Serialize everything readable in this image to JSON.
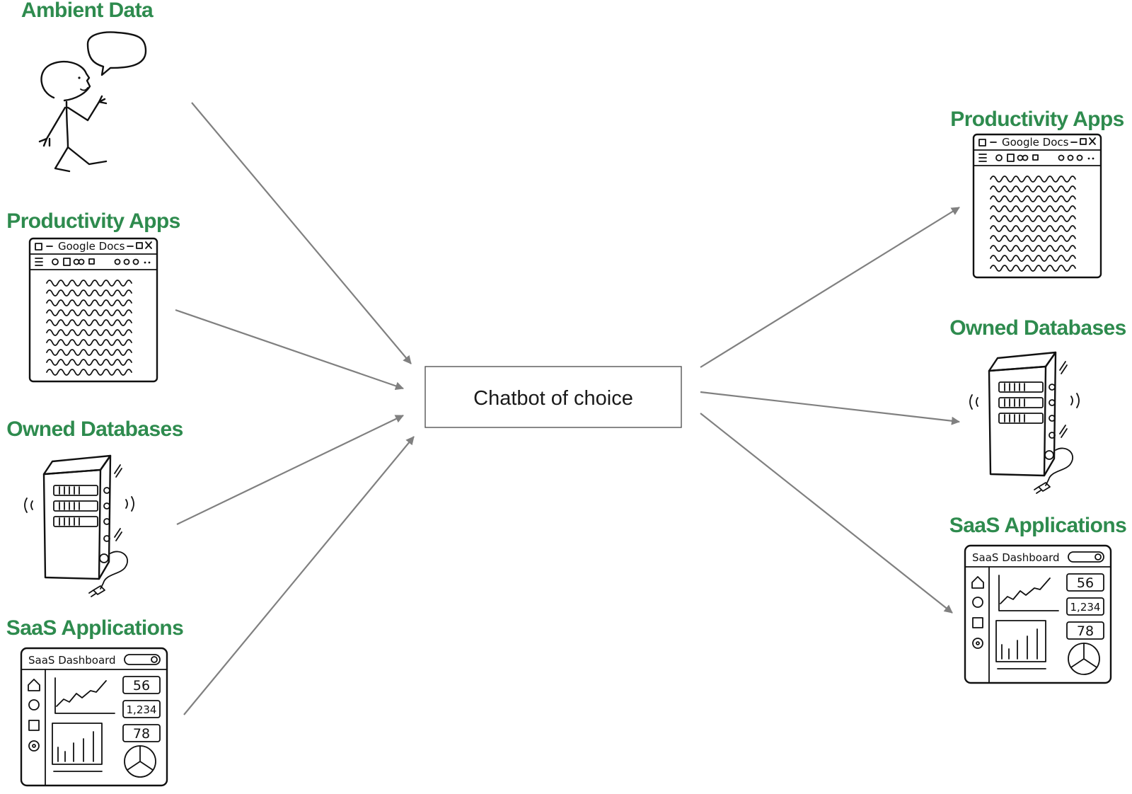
{
  "colors": {
    "accent": "#2e8b4e",
    "arrow": "#808080",
    "ink": "#111111"
  },
  "center": {
    "label": "Chatbot of choice"
  },
  "inputs": [
    {
      "label": "Ambient Data",
      "icon": "person-speaking-icon"
    },
    {
      "label": "Productivity Apps",
      "icon": "document-window-icon"
    },
    {
      "label": "Owned Databases",
      "icon": "server-icon"
    },
    {
      "label": "SaaS Applications",
      "icon": "dashboard-icon"
    }
  ],
  "outputs": [
    {
      "label": "Productivity Apps",
      "icon": "document-window-icon"
    },
    {
      "label": "Owned Databases",
      "icon": "server-icon"
    },
    {
      "label": "SaaS Applications",
      "icon": "dashboard-icon"
    }
  ],
  "doc_window": {
    "title": "Google Docs"
  },
  "dashboard": {
    "title": "SaaS Dashboard",
    "metrics": [
      "56",
      "1,234",
      "78"
    ]
  }
}
